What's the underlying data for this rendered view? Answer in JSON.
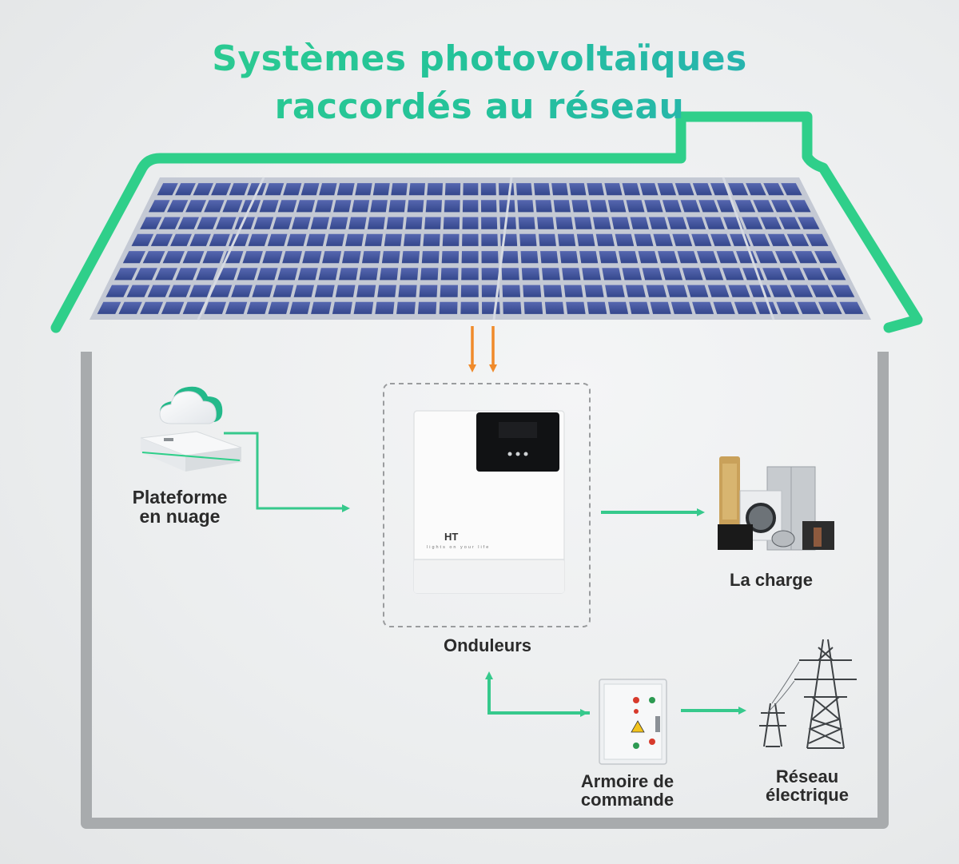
{
  "title": {
    "line1": "Systèmes photovoltaïques",
    "line2": "raccordés au réseau"
  },
  "labels": {
    "cloud_line1": "Plateforme",
    "cloud_line2": "en nuage",
    "inverter": "Onduleurs",
    "load": "La charge",
    "cabinet_line1": "Armoire de",
    "cabinet_line2": "commande",
    "grid_line1": "Réseau",
    "grid_line2": "électrique"
  },
  "inverter_brand": "HT",
  "inverter_tagline": "lights on your life",
  "colors": {
    "roof_outline": "#2fcf8a",
    "house_wall": "#a8abad",
    "flow_arrow": "#36c98c",
    "solar_arrow": "#f08a2a",
    "panel_cell": "#3d4f98",
    "dashed_frame": "#9a9c9e"
  },
  "icons": [
    "cloud-icon",
    "server-icon",
    "inverter-icon",
    "appliances-icon",
    "control-cabinet-icon",
    "power-tower-icon"
  ]
}
